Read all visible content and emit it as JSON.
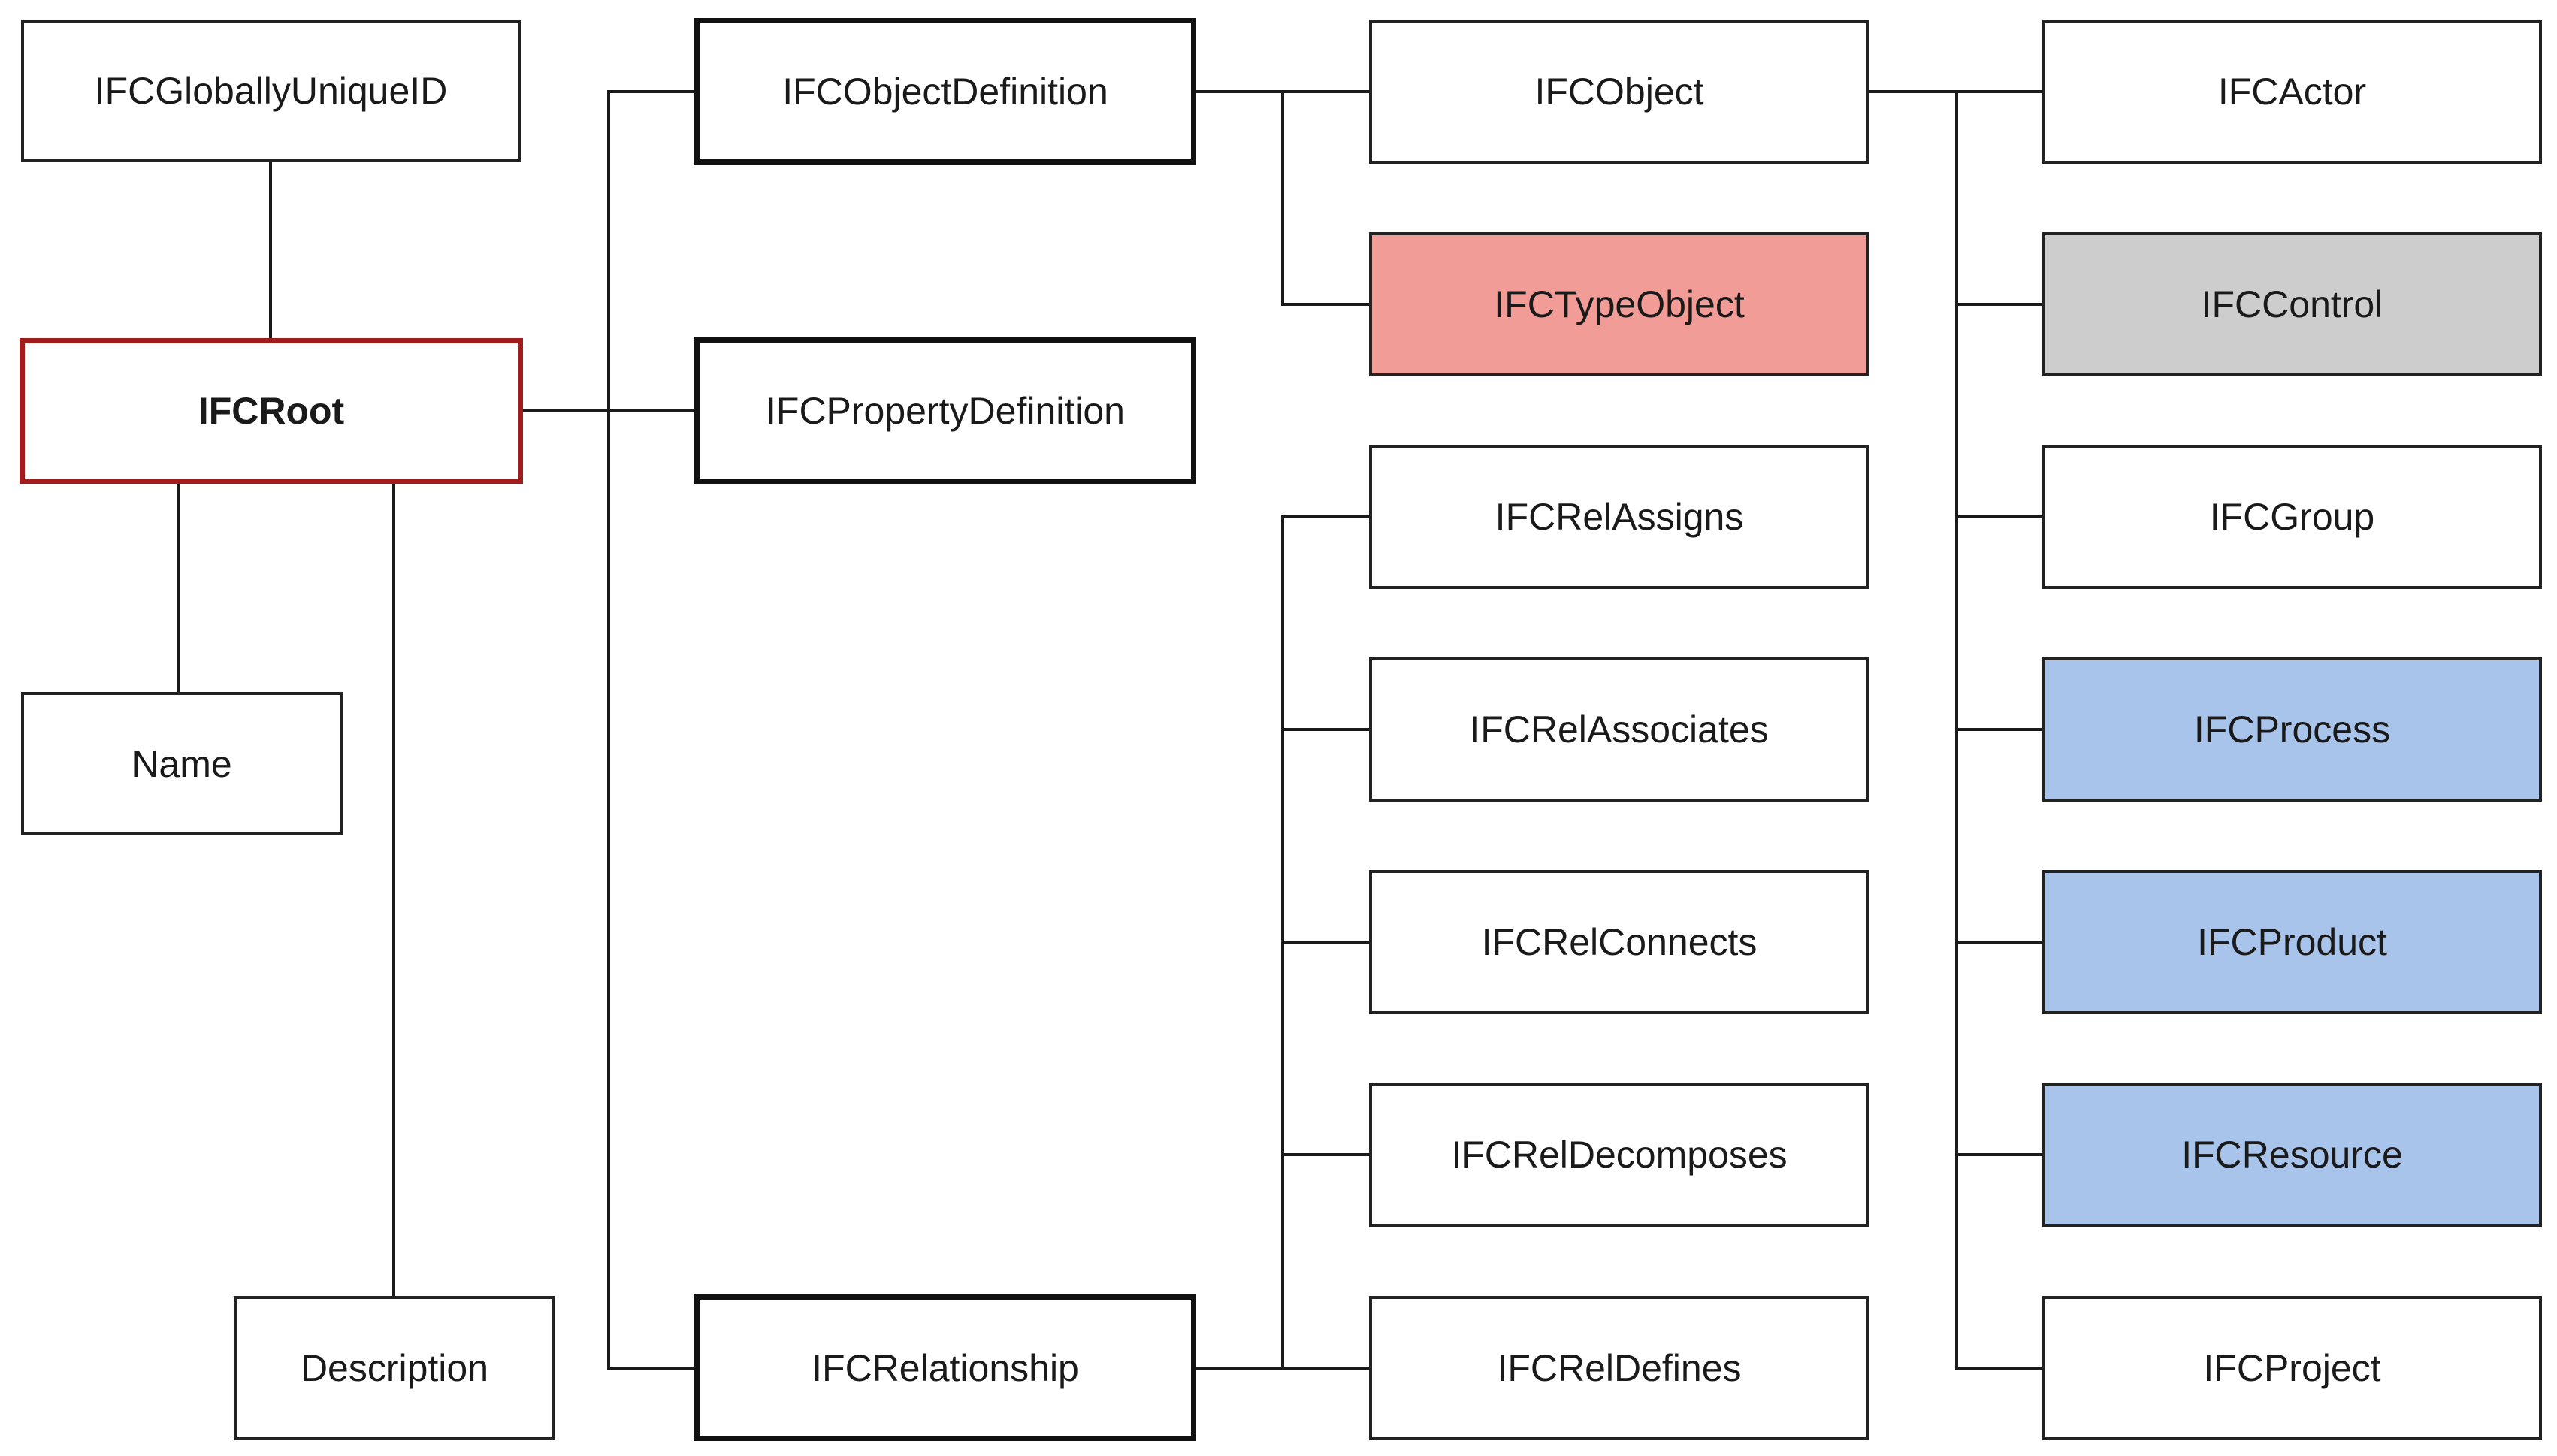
{
  "diagram": {
    "colors": {
      "line": "#1a1a1a",
      "root_border": "#a11d1d",
      "type_object_fill": "#f19c97",
      "control_fill": "#cdcdcd",
      "highlight_fill": "#a9c4ea"
    },
    "nodes": {
      "globally_unique_id": "IFCGloballyUniqueID",
      "root": "IFCRoot",
      "name": "Name",
      "description": "Description",
      "object_definition": "IFCObjectDefinition",
      "property_definition": "IFCPropertyDefinition",
      "relationship": "IFCRelationship",
      "object": "IFCObject",
      "type_object": "IFCTypeObject",
      "rel_assigns": "IFCRelAssigns",
      "rel_associates": "IFCRelAssociates",
      "rel_connects": "IFCRelConnects",
      "rel_decomposes": "IFCRelDecomposes",
      "rel_defines": "IFCRelDefines",
      "actor": "IFCActor",
      "control": "IFCControl",
      "group": "IFCGroup",
      "process": "IFCProcess",
      "product": "IFCProduct",
      "resource": "IFCResource",
      "project": "IFCProject"
    },
    "edges": [
      [
        "root",
        "globally_unique_id"
      ],
      [
        "root",
        "name"
      ],
      [
        "root",
        "description"
      ],
      [
        "root",
        "object_definition"
      ],
      [
        "root",
        "property_definition"
      ],
      [
        "root",
        "relationship"
      ],
      [
        "object_definition",
        "object"
      ],
      [
        "object_definition",
        "type_object"
      ],
      [
        "relationship",
        "rel_assigns"
      ],
      [
        "relationship",
        "rel_associates"
      ],
      [
        "relationship",
        "rel_connects"
      ],
      [
        "relationship",
        "rel_decomposes"
      ],
      [
        "relationship",
        "rel_defines"
      ],
      [
        "object",
        "actor"
      ],
      [
        "object",
        "control"
      ],
      [
        "object",
        "group"
      ],
      [
        "object",
        "process"
      ],
      [
        "object",
        "product"
      ],
      [
        "object",
        "resource"
      ],
      [
        "object",
        "project"
      ]
    ]
  }
}
